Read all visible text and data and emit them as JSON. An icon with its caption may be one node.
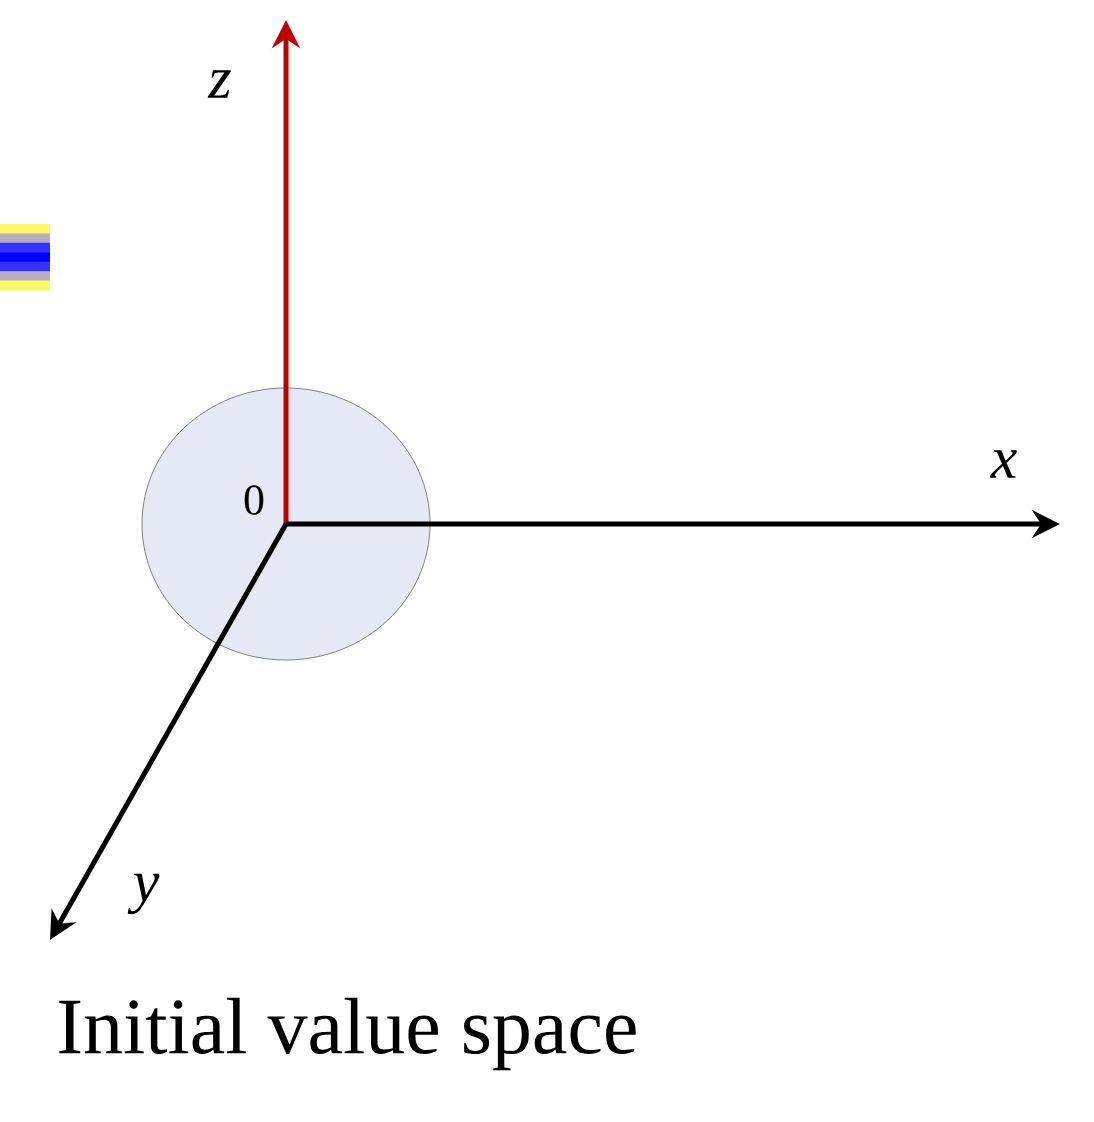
{
  "diagram": {
    "caption": "Initial value space",
    "labels": [
      "z",
      "0",
      "x",
      "y"
    ]
  }
}
